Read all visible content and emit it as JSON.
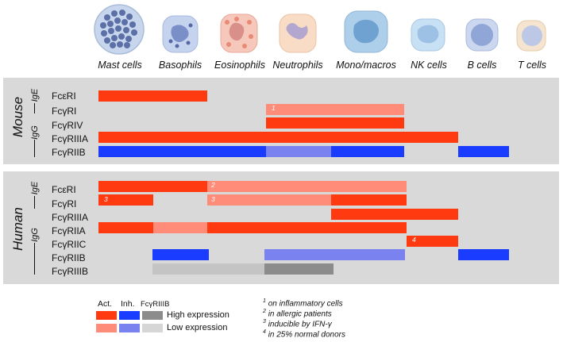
{
  "colors": {
    "act_high": "#ff3a10",
    "act_low": "#ff8c78",
    "inh_high": "#1a3cff",
    "inh_low": "#7a82f0",
    "fc3b_high": "#8c8c8c",
    "fc3b_low": "#c4c4c4",
    "panel": "#d9d9d9"
  },
  "cells": [
    {
      "label": "Mast cells",
      "icon": "mast-cell-icon"
    },
    {
      "label": "Basophils",
      "icon": "basophil-icon"
    },
    {
      "label": "Eosinophils",
      "icon": "eosinophil-icon"
    },
    {
      "label": "Neutrophils",
      "icon": "neutrophil-icon"
    },
    {
      "label": "Mono/macros",
      "icon": "monocyte-icon"
    },
    {
      "label": "NK cells",
      "icon": "nk-cell-icon"
    },
    {
      "label": "B cells",
      "icon": "b-cell-icon"
    },
    {
      "label": "T cells",
      "icon": "t-cell-icon"
    }
  ],
  "mouse": {
    "species": "Mouse",
    "class_ige": "IgE",
    "class_igg": "IgG",
    "rows": [
      {
        "label": "FcεRI"
      },
      {
        "label": "FcγRI",
        "note": "1"
      },
      {
        "label": "FcγRIV"
      },
      {
        "label": "FcγRIIIA"
      },
      {
        "label": "FcγRIIB"
      }
    ]
  },
  "human": {
    "species": "Human",
    "class_ige": "IgE",
    "class_igg": "IgG",
    "rows": [
      {
        "label": "FcεRI",
        "note": "2"
      },
      {
        "label": "FcγRI",
        "note_a": "3",
        "note_b": "3"
      },
      {
        "label": "FcγRIIIA"
      },
      {
        "label": "FcγRIIA"
      },
      {
        "label": "FcγRIIC",
        "note": "4"
      },
      {
        "label": "FcγRIIB"
      },
      {
        "label": "FcγRIIIB"
      }
    ]
  },
  "legend": {
    "act": "Act.",
    "inh": "Inh.",
    "fc3b": "FcγRIIIB",
    "high": "High expression",
    "low": "Low expression"
  },
  "footnotes": [
    {
      "num": "1",
      "text": "on inflammatory cells"
    },
    {
      "num": "2",
      "text": "in allergic patients"
    },
    {
      "num": "3",
      "text": "inducible by IFN-γ"
    },
    {
      "num": "4",
      "text": "in 25% normal donors"
    }
  ]
}
